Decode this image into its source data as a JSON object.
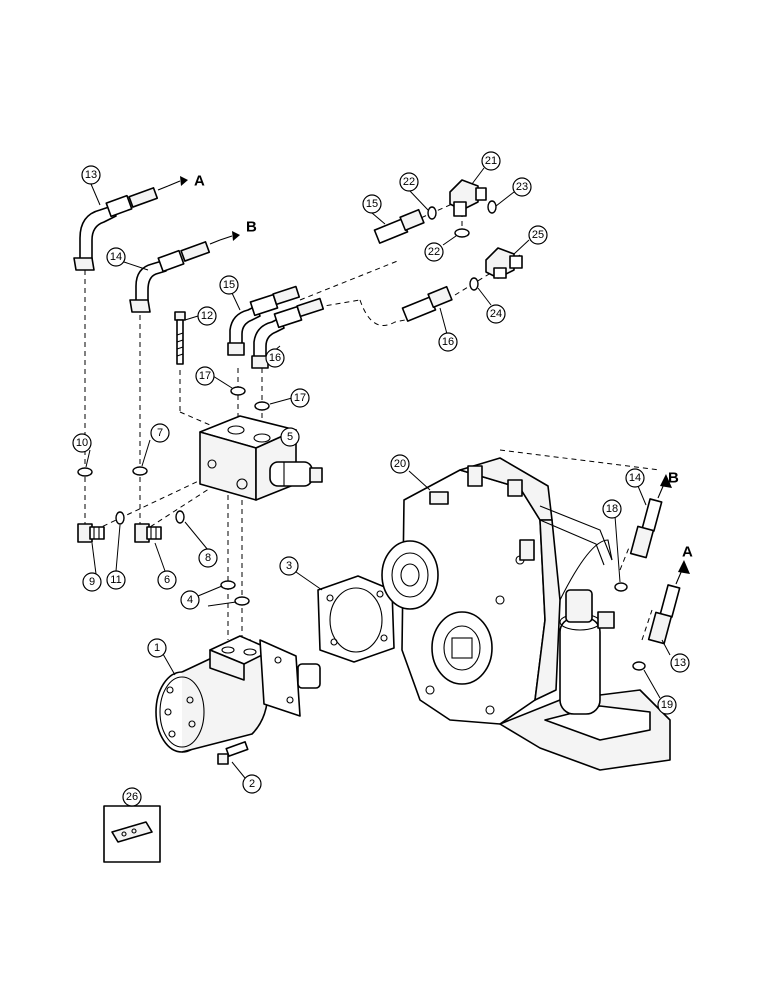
{
  "callouts": {
    "c1": "1",
    "c2": "2",
    "c3": "3",
    "c4": "4",
    "c5": "5",
    "c6": "6",
    "c7": "7",
    "c8": "8",
    "c9": "9",
    "c10": "10",
    "c11": "11",
    "c12": "12",
    "c13a": "13",
    "c13b": "13",
    "c14a": "14",
    "c14b": "14",
    "c15a": "15",
    "c15b": "15",
    "c16a": "16",
    "c16b": "16",
    "c17a": "17",
    "c17b": "17",
    "c18": "18",
    "c19": "19",
    "c20": "20",
    "c21": "21",
    "c22a": "22",
    "c22b": "22",
    "c23": "23",
    "c24": "24",
    "c25": "25",
    "c26": "26"
  },
  "flow_labels": {
    "a_top": "A",
    "b_top": "B",
    "b_right": "B",
    "a_right": "A"
  }
}
